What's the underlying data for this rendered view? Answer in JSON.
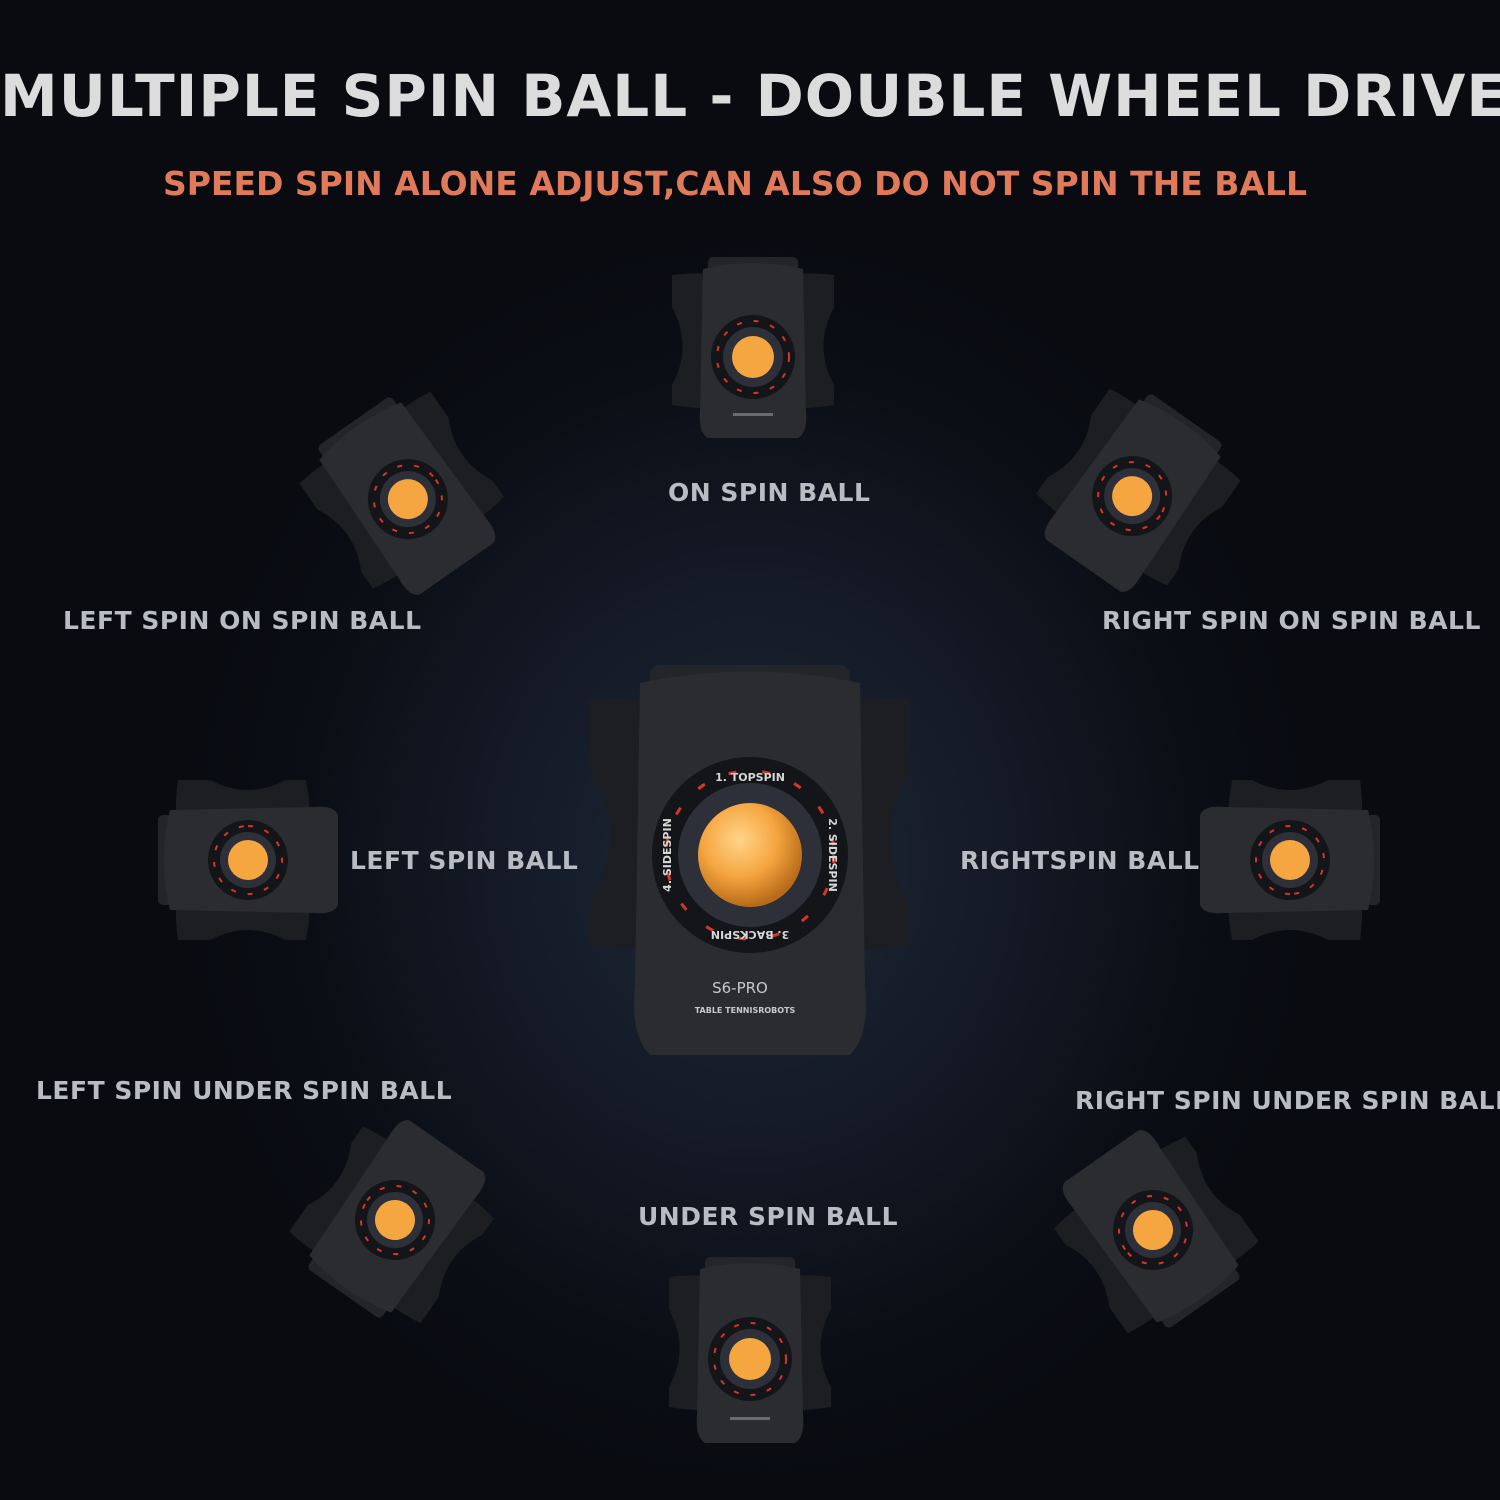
{
  "header": {
    "title": "MULTIPLE SPIN BALL - DOUBLE WHEEL DRIVE",
    "subtitle": "SPEED SPIN ALONE ADJUST,CAN ALSO DO NOT SPIN THE BALL"
  },
  "labels": {
    "on_spin": "ON SPIN BALL",
    "left_spin_on_spin": "LEFT SPIN ON SPIN BALL",
    "right_spin_on_spin": "RIGHT SPIN ON SPIN BALL",
    "left_spin": "LEFT SPIN BALL",
    "right_spin": "RIGHTSPIN BALL",
    "left_spin_under_spin": "LEFT SPIN UNDER SPIN BALL",
    "right_spin_under_spin": "RIGHT SPIN UNDER SPIN BALL",
    "under_spin": "UNDER SPIN BALL"
  },
  "device": {
    "model": "S6-PRO",
    "brand": "TABLE TENNISROBOTS",
    "ring_labels": {
      "top": "1. TOPSPIN",
      "right": "2. SIDESPIN",
      "bottom": "3. BACKSPIN",
      "left": "4. SIDESPIN"
    }
  },
  "colors": {
    "title": "#dcdcdc",
    "subtitle": "#e07a5a",
    "label": "#b9bcc2",
    "ball": "#f5a640",
    "ring_accent": "#d8352a"
  }
}
